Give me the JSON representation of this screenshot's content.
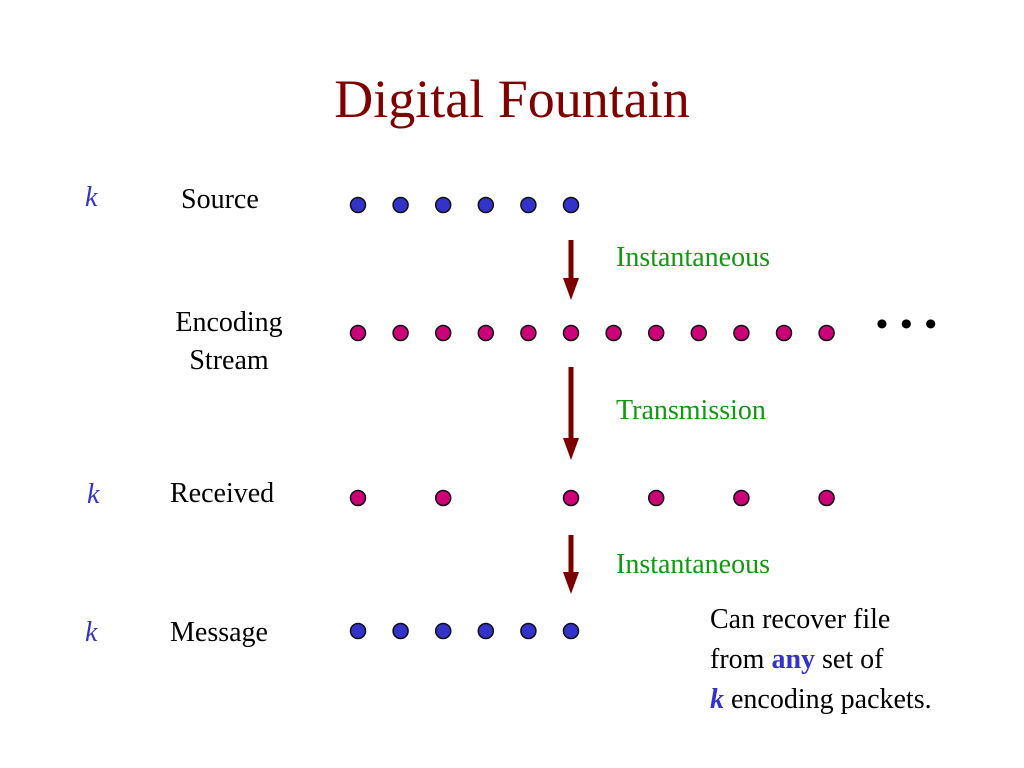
{
  "title": "Digital Fountain",
  "rows": [
    {
      "id": "source",
      "k_label": "k",
      "label": "Source",
      "packets": 6,
      "dot_color": "#3333cc",
      "ellipsis": ""
    },
    {
      "id": "encoding",
      "k_label": "",
      "label_lines": [
        "Encoding",
        "Stream"
      ],
      "packets": 12,
      "dot_color": "#cc0077",
      "ellipsis": "• • •"
    },
    {
      "id": "received",
      "k_label": "k",
      "label": "Received",
      "packets": 6,
      "dot_color": "#cc0077",
      "ellipsis": ""
    },
    {
      "id": "message",
      "k_label": "k",
      "label": "Message",
      "packets": 6,
      "dot_color": "#3333cc",
      "ellipsis": ""
    }
  ],
  "received_slots": [
    0,
    2,
    5,
    7,
    9,
    11
  ],
  "steps": [
    {
      "label": "Instantaneous"
    },
    {
      "label": "Transmission"
    },
    {
      "label": "Instantaneous"
    }
  ],
  "note": {
    "line1": "Can recover file",
    "line2_pre": "from ",
    "line2_em": "any",
    "line2_post": " set of",
    "line3_em": "k",
    "line3_post": " encoding packets."
  },
  "colors": {
    "title": "#800000",
    "arrow": "#7a0000",
    "step_text": "#119911",
    "accent": "#3333cc",
    "dot_outline": "#111111"
  }
}
